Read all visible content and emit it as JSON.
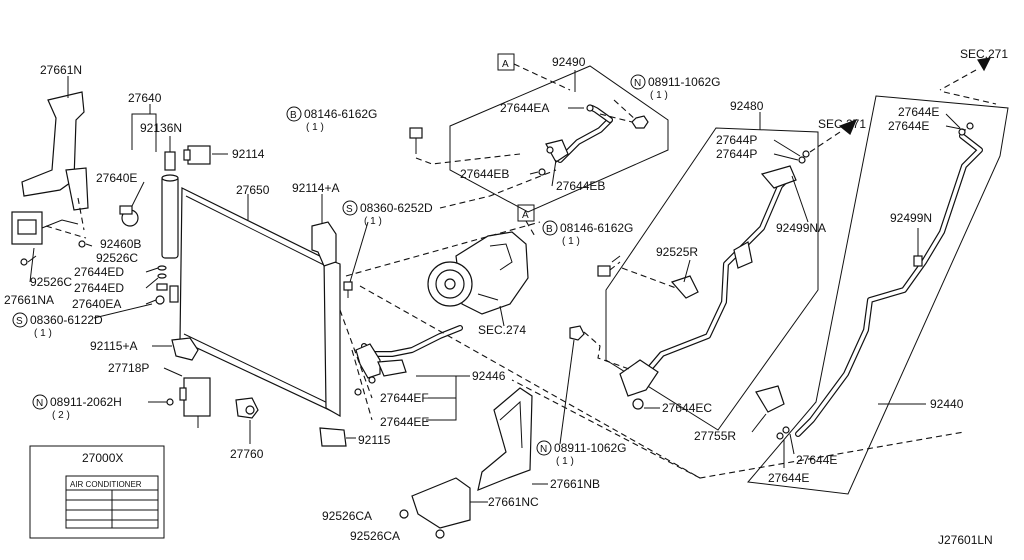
{
  "diagram_id": "J27601LN",
  "labels": {
    "p27661N": "27661N",
    "p27640": "27640",
    "p92136N": "92136N",
    "p92114": "92114",
    "p27640E": "27640E",
    "p27650": "27650",
    "p92114A": "92114+A",
    "p92460B": "92460B",
    "p92526C": "92526C",
    "p27644ED_1": "27644ED",
    "p27644ED_2": "27644ED",
    "p27640EA": "27640EA",
    "p92526C_left": "92526C",
    "p27661NA": "27661NA",
    "s08360_6122D": "08360-6122D",
    "s08360_6122D_qty": "( 1 )",
    "s08360_6252D": "08360-6252D",
    "s08360_6252D_qty": "( 1 )",
    "b08146_6162G_top": "08146-6162G",
    "b08146_6162G_top_qty": "( 1 )",
    "b08146_6162G_mid": "08146-6162G",
    "b08146_6162G_mid_qty": "( 1 )",
    "n08911_1062G_top": "08911-1062G",
    "n08911_1062G_top_qty": "( 1 )",
    "n08911_2062H": "08911-2062H",
    "n08911_2062H_qty": "( 2 )",
    "n08911_1062G_bot": "08911-1062G",
    "n08911_1062G_bot_qty": "( 1 )",
    "p92115A": "92115+A",
    "p27718P": "27718P",
    "p27760": "27760",
    "p92115": "92115",
    "p92446": "92446",
    "p27644EF": "27644EF",
    "p27644EE": "27644EE",
    "p92490": "92490",
    "p27644EA": "27644EA",
    "p27644EB_1": "27644EB",
    "p27644EB_2": "27644EB",
    "sec274": "SEC.274",
    "sec271_mid": "SEC.271",
    "sec271_top": "SEC.271",
    "p92480": "92480",
    "p27644P_1": "27644P",
    "p27644P_2": "27644P",
    "p92499NA": "92499NA",
    "p92525R": "92525R",
    "p27644EC": "27644EC",
    "p27755R": "27755R",
    "p27661NB": "27661NB",
    "p27661NC": "27661NC",
    "p92526CA_1": "92526CA",
    "p92526CA_2": "92526CA",
    "p27644E_1": "27644E",
    "p27644E_2": "27644E",
    "p92499N": "92499N",
    "p92440": "92440",
    "p27644E_3": "27644E",
    "p27644E_4": "27644E",
    "p27000X": "27000X",
    "air_conditioner": "AIR CONDITIONER",
    "view_a_1": "A",
    "view_a_2": "A",
    "sym_s": "S",
    "sym_b": "B",
    "sym_n": "N"
  }
}
